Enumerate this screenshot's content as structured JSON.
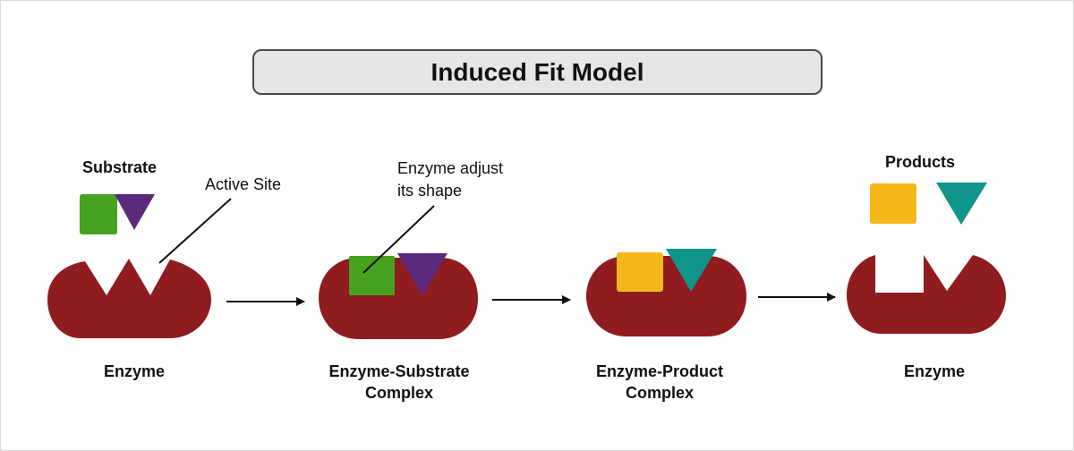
{
  "title": "Induced Fit Model",
  "labels": {
    "substrate": "Substrate",
    "active_site": "Active Site",
    "enzyme_adjust_line1": "Enzyme adjust",
    "enzyme_adjust_line2": "its shape",
    "products": "Products",
    "stage1": "Enzyme",
    "stage2_line1": "Enzyme-Substrate",
    "stage2_line2": "Complex",
    "stage3_line1": "Enzyme-Product",
    "stage3_line2": "Complex",
    "stage4": "Enzyme"
  },
  "colors": {
    "enzyme": "#8f1c1f",
    "substrate_square": "#46a11f",
    "substrate_triangle": "#5b2a7c",
    "product_square": "#f5b81a",
    "product_triangle": "#0f958a",
    "arrow": "#111111"
  }
}
